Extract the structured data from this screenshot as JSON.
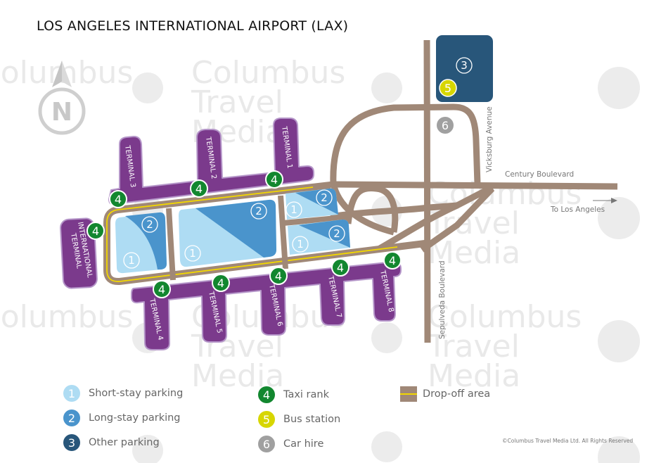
{
  "title": "LOS ANGELES INTERNATIONAL AIRPORT (LAX)",
  "compass": {
    "label": "N"
  },
  "watermark": {
    "line1": "Columbus",
    "line2": "Travel",
    "line3": "Media"
  },
  "terminals": {
    "t1": "TERMINAL 1",
    "t2": "TERMINAL 2",
    "t3": "TERMINAL 3",
    "t4": "TERMINAL 4",
    "t5": "TERMINAL 5",
    "t6": "TERMINAL 6",
    "t7": "TERMINAL 7",
    "t8": "TERMINAL 8",
    "intl_1": "INTERNATIONAL",
    "intl_2": "TERMINAL"
  },
  "markers": {
    "short": "1",
    "long": "2",
    "other": "3",
    "taxi": "4",
    "bus": "5",
    "car": "6"
  },
  "roads": {
    "century": "Century Boulevard",
    "vicksburg": "Vicksburg Avenue",
    "sepulveda": "Sepulveda Boulevard",
    "to_la": "To Los Angeles"
  },
  "legend": [
    {
      "num": "1",
      "label": "Short-stay parking",
      "color": "#aedcf3"
    },
    {
      "num": "2",
      "label": "Long-stay parking",
      "color": "#4a94cc"
    },
    {
      "num": "3",
      "label": "Other parking",
      "color": "#28567a"
    },
    {
      "num": "4",
      "label": "Taxi rank",
      "color": "#12872f"
    },
    {
      "num": "5",
      "label": "Bus station",
      "color": "#d7d600"
    },
    {
      "num": "6",
      "label": "Car hire",
      "color": "#a0a0a0"
    },
    {
      "label": "Drop-off area",
      "color": "#a08877"
    }
  ],
  "copyright": "©Columbus Travel Media Ltd. All Rights Reserved"
}
